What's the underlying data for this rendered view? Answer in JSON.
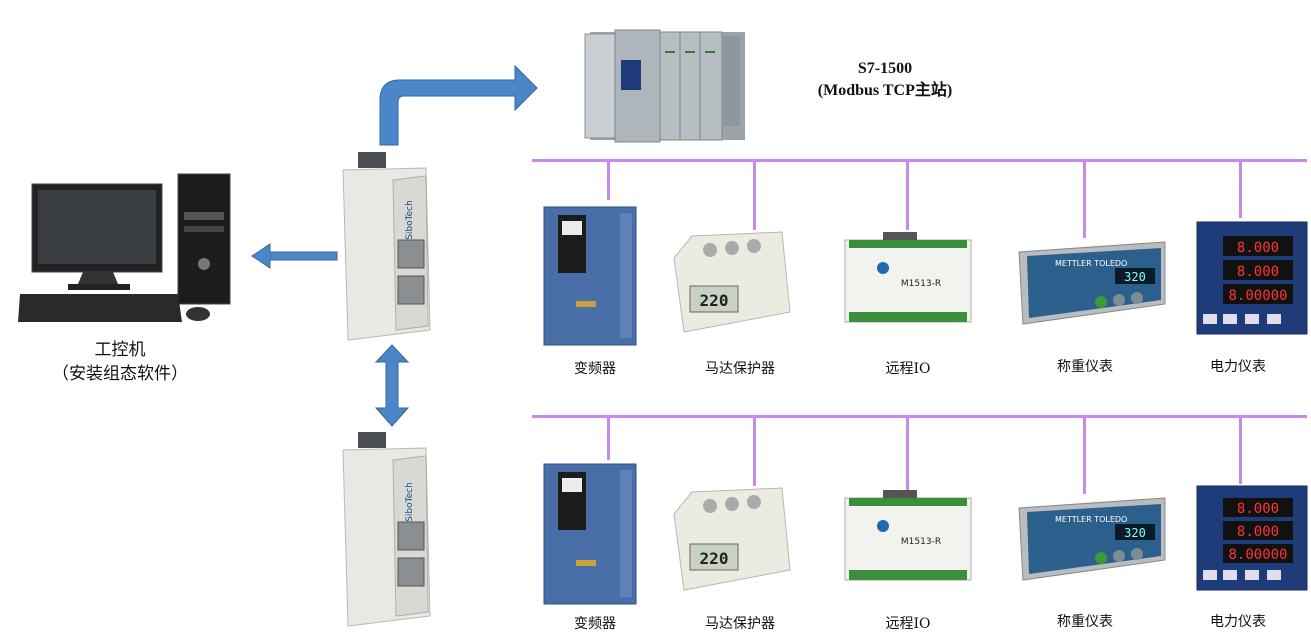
{
  "plc": {
    "model": "S7-1500",
    "role": "(Modbus TCP主站)"
  },
  "pc": {
    "name": "工控机",
    "note": "（安装组态软件）"
  },
  "rows": [
    {
      "devices": [
        {
          "label": "变频器"
        },
        {
          "label": "马达保护器"
        },
        {
          "label": "远程IO"
        },
        {
          "label": "称重仪表"
        },
        {
          "label": "电力仪表"
        }
      ]
    },
    {
      "devices": [
        {
          "label": "变频器"
        },
        {
          "label": "马达保护器"
        },
        {
          "label": "远程IO"
        },
        {
          "label": "称重仪表"
        },
        {
          "label": "电力仪表"
        }
      ]
    }
  ],
  "device_text": {
    "gateway_brand": "SiboTech",
    "remote_io_model": "M1513-R",
    "scale_brand": "METTLER TOLEDO",
    "scale_value": "320",
    "motor_value": "220",
    "power_values": [
      "8.000",
      "8.000",
      "8.00000"
    ]
  },
  "colors": {
    "bus": "#c78ae8",
    "arrow": "#4a86c8",
    "arrow_stroke": "#3566a0"
  }
}
